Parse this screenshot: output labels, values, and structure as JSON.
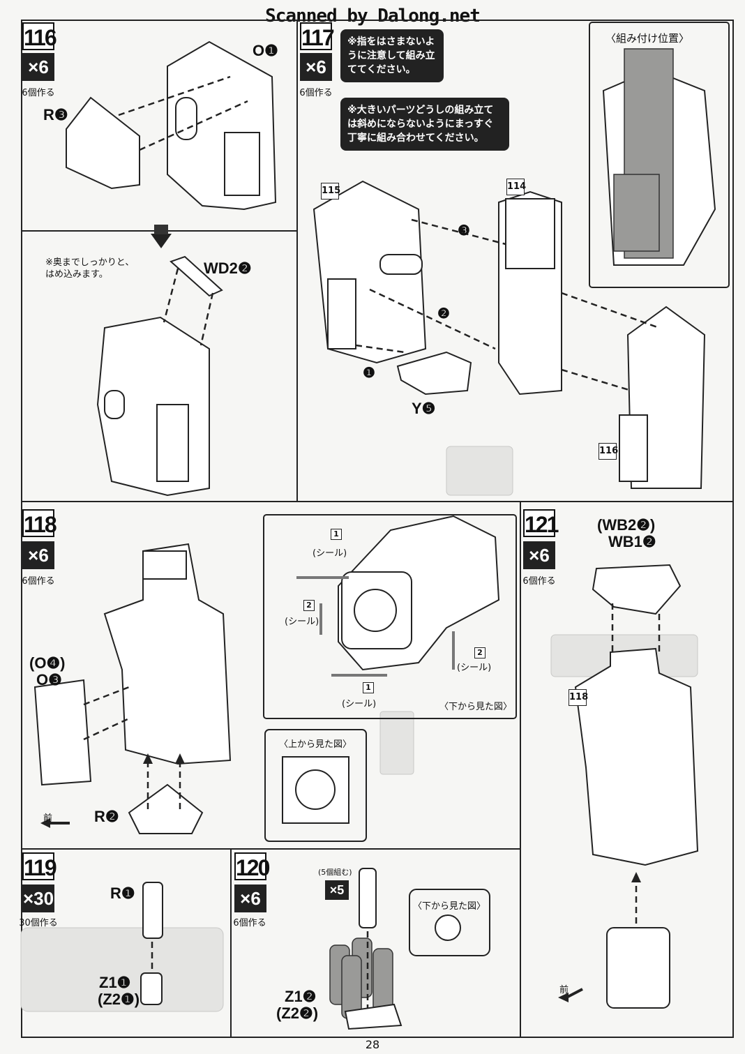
{
  "scan_text": "Scanned by Dalong.net",
  "page_number": "28",
  "colors": {
    "ink": "#222222",
    "paper": "#f6f6f4",
    "note_bg": "#222222",
    "assembled_gray": "#9a9a98"
  },
  "steps": [
    {
      "number": "116",
      "count": "×6",
      "make": "6個作る",
      "parts": [
        "O❶",
        "R❸",
        "WD2❷"
      ],
      "note": "※奥までしっかりと、はめ込みます。"
    },
    {
      "number": "117",
      "count": "×6",
      "make": "6個作る",
      "parts": [
        "Y❺"
      ],
      "refs": [
        "115",
        "114",
        "116"
      ],
      "order": [
        "❶",
        "❷",
        "❸"
      ]
    },
    {
      "number": "118",
      "count": "×6",
      "make": "6個作る",
      "parts": [
        "(O❹)",
        "O❸",
        "R❷"
      ],
      "front": "前"
    },
    {
      "number": "119",
      "count": "×30",
      "make": "30個作る",
      "parts": [
        "R❶",
        "Z1❶",
        "(Z2❶)"
      ]
    },
    {
      "number": "120",
      "count": "×6",
      "make": "6個作る",
      "parts": [
        "Z1❷",
        "(Z2❷)"
      ],
      "group": "(5個組む)",
      "group_count": "×5",
      "view": "〈下から見た図〉"
    },
    {
      "number": "121",
      "count": "×6",
      "make": "6個作る",
      "parts": [
        "(WB2❷)",
        "WB1❷"
      ],
      "refs": [
        "118"
      ],
      "front": "前"
    }
  ],
  "notes": {
    "finger": "※指をはさまないように注意して組み立ててください。",
    "big_parts": "※大きいパーツどうしの組み立ては斜めにならないようにまっすぐ丁寧に組み合わせてください。"
  },
  "position_label": "〈組み付け位置〉",
  "stickers": {
    "seal": "(シール)",
    "seal_1": "1",
    "seal_2": "2",
    "bottom_view": "〈下から見た図〉",
    "top_view": "〈上から見た図〉"
  }
}
